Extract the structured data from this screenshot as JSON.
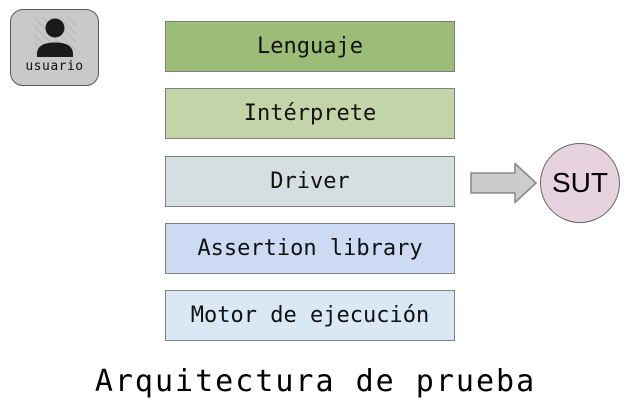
{
  "diagram": {
    "title": "Arquitectura de prueba",
    "user_box": {
      "label": "usuario",
      "icon": "person-icon",
      "fill": "#c9c9c9",
      "border": "#595959"
    },
    "layers": [
      {
        "label": "Lenguaje",
        "fill": "#9cbd77",
        "border": "#808080"
      },
      {
        "label": "Intérprete",
        "fill": "#c3d5a8",
        "border": "#808080"
      },
      {
        "label": "Driver",
        "fill": "#d5dfe1",
        "border": "#808080"
      },
      {
        "label": "Assertion library",
        "fill": "#ccdbf3",
        "border": "#808080"
      },
      {
        "label": "Motor de ejecución",
        "fill": "#dae8f5",
        "border": "#808080"
      }
    ],
    "arrow": {
      "from": "Driver",
      "to": "SUT",
      "fill": "#cccccc",
      "border": "#8a8a8a"
    },
    "sut": {
      "label": "SUT",
      "fill": "#e6d3de",
      "border": "#666666"
    }
  }
}
